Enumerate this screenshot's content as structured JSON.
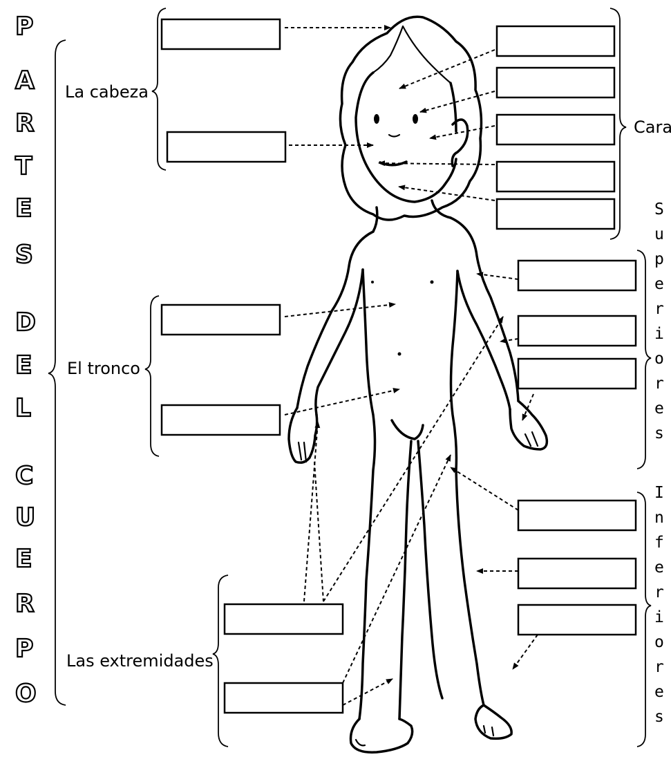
{
  "title_letters": [
    "P",
    "A",
    "R",
    "T",
    "E",
    "S",
    "D",
    "E",
    "L",
    "C",
    "U",
    "E",
    "R",
    "P",
    "O"
  ],
  "labels": {
    "head": "La cabeza",
    "trunk": "El tronco",
    "limbs": "Las extremidades",
    "face": "Cara",
    "upper": "Superiores",
    "lower": "Inferiores"
  }
}
